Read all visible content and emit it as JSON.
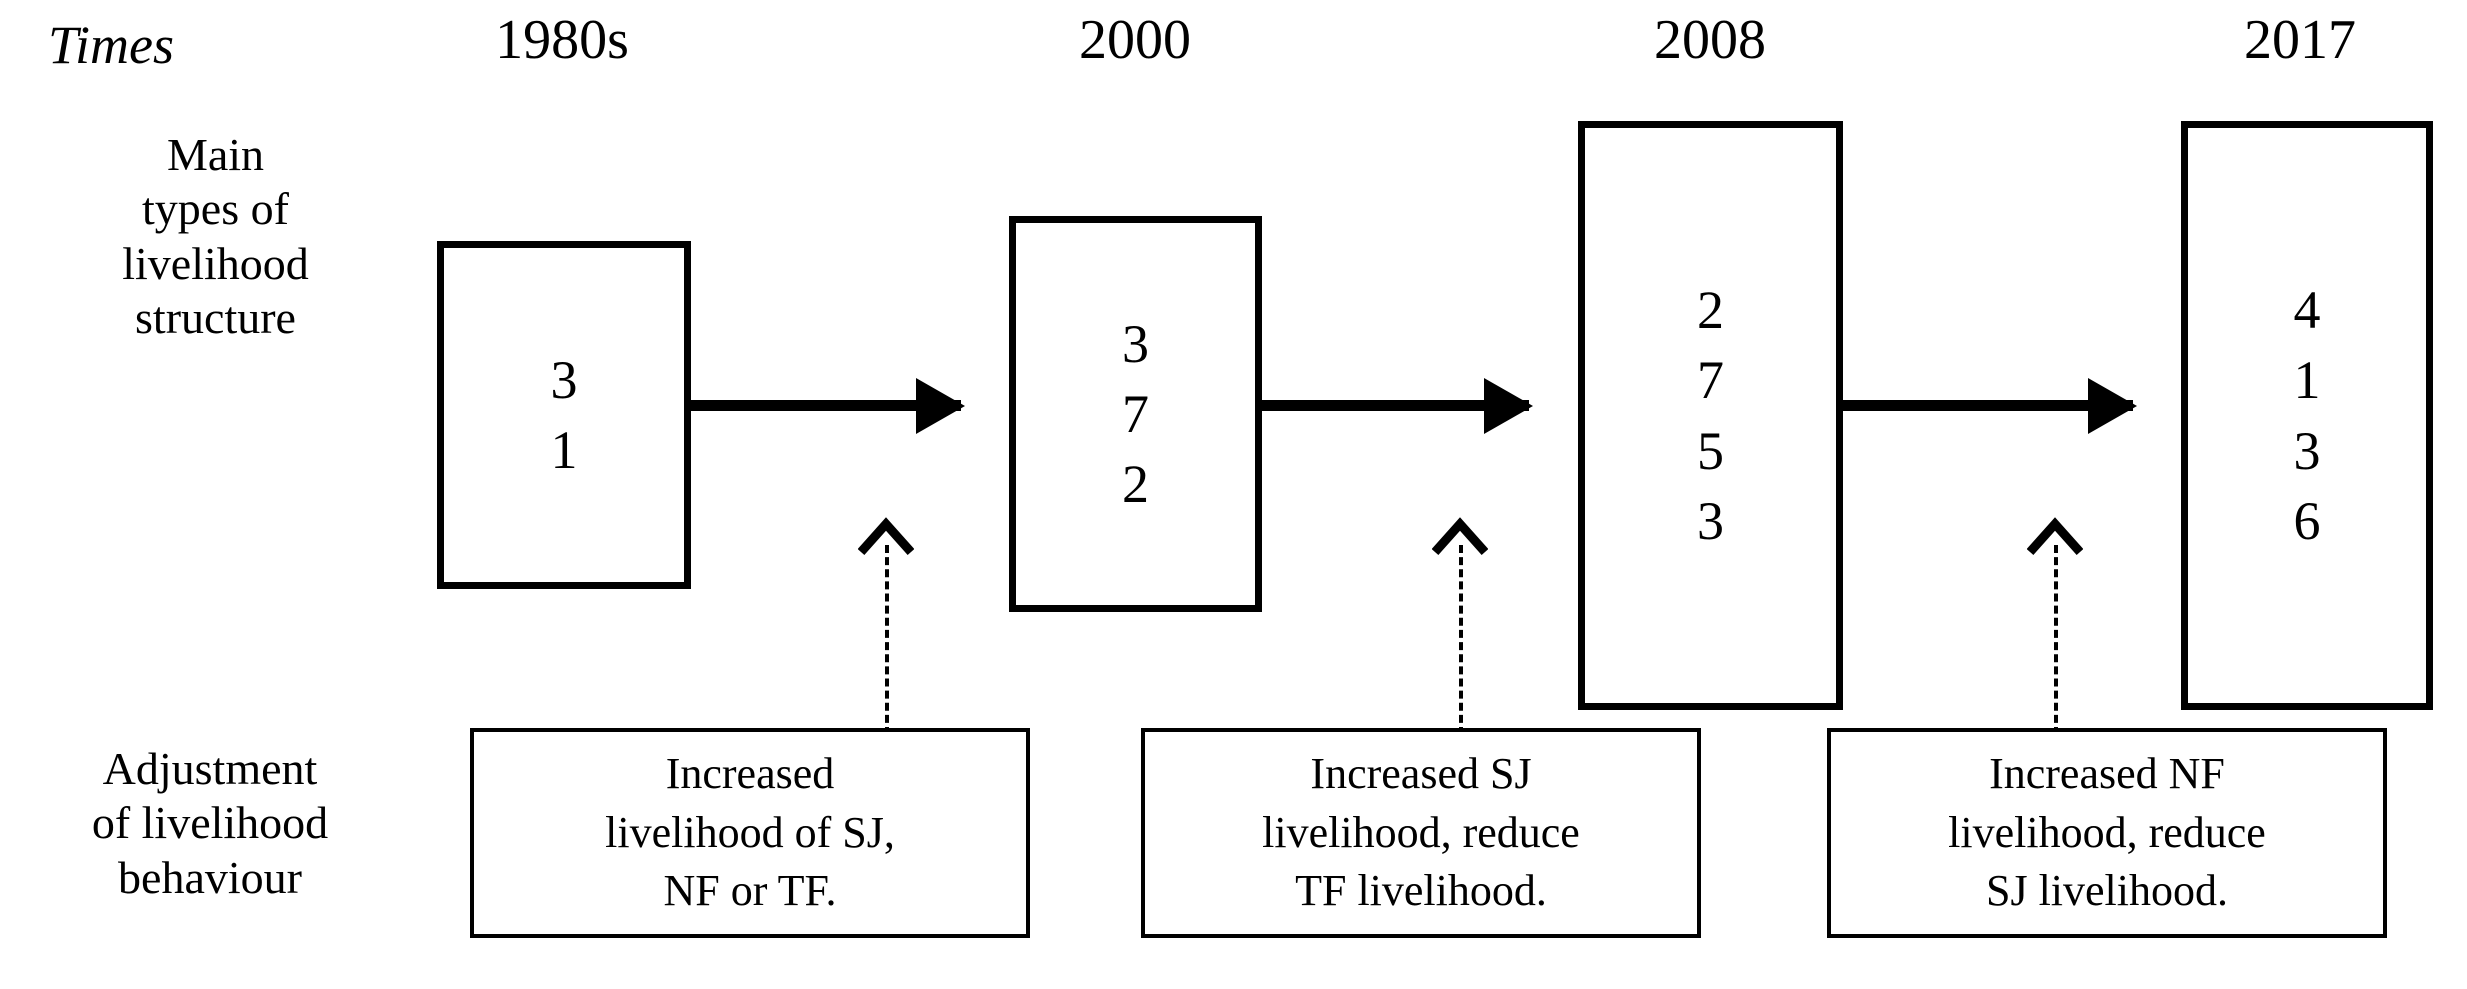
{
  "row_labels": {
    "times": "Times",
    "structure": "Main\ntypes of\nlivelihood\nstructure",
    "behaviour": "Adjustment\nof livelihood\nbehaviour"
  },
  "timeline": {
    "periods": [
      {
        "year": "1980s",
        "structure_digits": [
          "3",
          "1"
        ]
      },
      {
        "year": "2000",
        "structure_digits": [
          "3",
          "7",
          "2"
        ]
      },
      {
        "year": "2008",
        "structure_digits": [
          "2",
          "7",
          "5",
          "3"
        ]
      },
      {
        "year": "2017",
        "structure_digits": [
          "4",
          "1",
          "3",
          "6"
        ]
      }
    ]
  },
  "adjustment_notes": [
    {
      "text": "Increased\nlivelihood of SJ,\nNF or TF."
    },
    {
      "text": "Increased SJ\nlivelihood,  reduce\nTF livelihood."
    },
    {
      "text": "Increased NF\nlivelihood,  reduce\nSJ livelihood."
    }
  ],
  "colors": {
    "stroke": "#000000",
    "background": "#ffffff"
  }
}
